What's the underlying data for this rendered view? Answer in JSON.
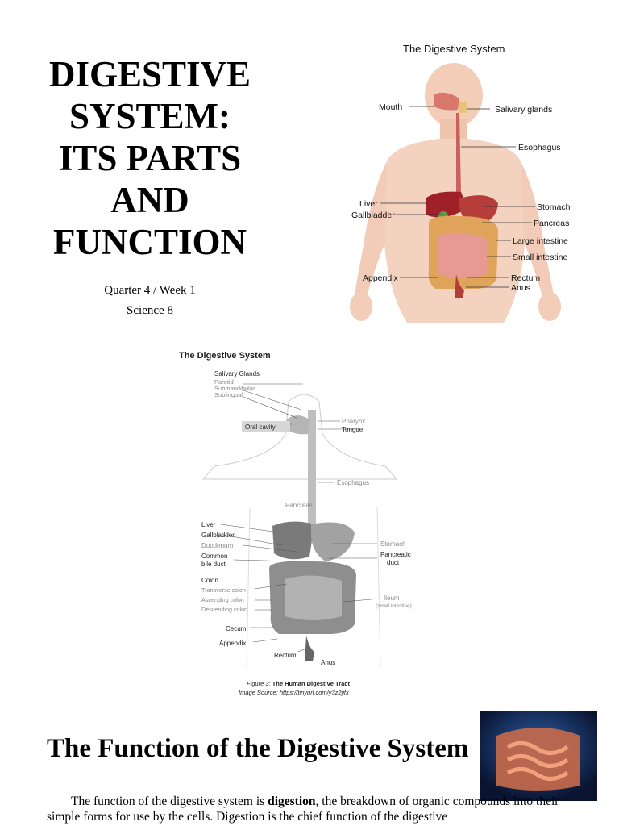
{
  "title": {
    "lines": [
      "DIGESTIVE",
      "SYSTEM:",
      "ITS PARTS",
      "AND",
      "FUNCTION"
    ],
    "quarter": "Quarter 4 / Week 1",
    "subject": "Science 8"
  },
  "figure1": {
    "heading": "The Digestive System",
    "labels": {
      "mouth": "Mouth",
      "salivary": "Salivary glands",
      "esophagus": "Esophagus",
      "liver": "Liver",
      "gallbladder": "Gallbladder",
      "stomach": "Stomach",
      "pancreas": "Pancreas",
      "large_intestine": "Large intestine",
      "small_intestine": "Small intestine",
      "appendix": "Appendix",
      "rectum": "Rectum",
      "anus": "Anus"
    }
  },
  "figure2": {
    "heading": "The Digestive System",
    "labels": {
      "salivary_glands": "Salivary Glands",
      "parotid": "Parotid",
      "submandibular": "Submandibular",
      "sublingual": "Sublingual",
      "oral_cavity": "Oral cavity",
      "pharynx": "Pharynx",
      "tongue": "Tongue",
      "esophagus": "Esophagus",
      "pancreas": "Pancreas",
      "liver": "Liver",
      "gallbladder": "Gallbladder",
      "duodenum": "Duodenum",
      "common_bile_duct_1": "Common",
      "common_bile_duct_2": "bile duct",
      "stomach": "Stomach",
      "pancreatic_duct_1": "Pancreatic",
      "pancreatic_duct_2": "duct",
      "colon": "Colon",
      "transverse_colon": "Transverse colon",
      "ascending_colon": "Ascending colon",
      "descending_colon": "Descending colon",
      "ileum": "Ileum",
      "small_intestine": "(small intestine)",
      "cecum": "Cecum",
      "appendix": "Appendix",
      "rectum": "Rectum",
      "anus": "Anus"
    },
    "caption_prefix": "Figure 3: ",
    "caption_title": "The Human Digestive Tract",
    "source": "Image Source: https://tinyurl.com/y3z2jjfx"
  },
  "section": {
    "heading": "The Function of the Digestive System",
    "para_start": "The function of the digestive system is ",
    "para_bold": "digestion",
    "para_end": ", the breakdown of organic compounds into their simple forms for use by the cells. Digestion is the chief function of the digestive"
  }
}
